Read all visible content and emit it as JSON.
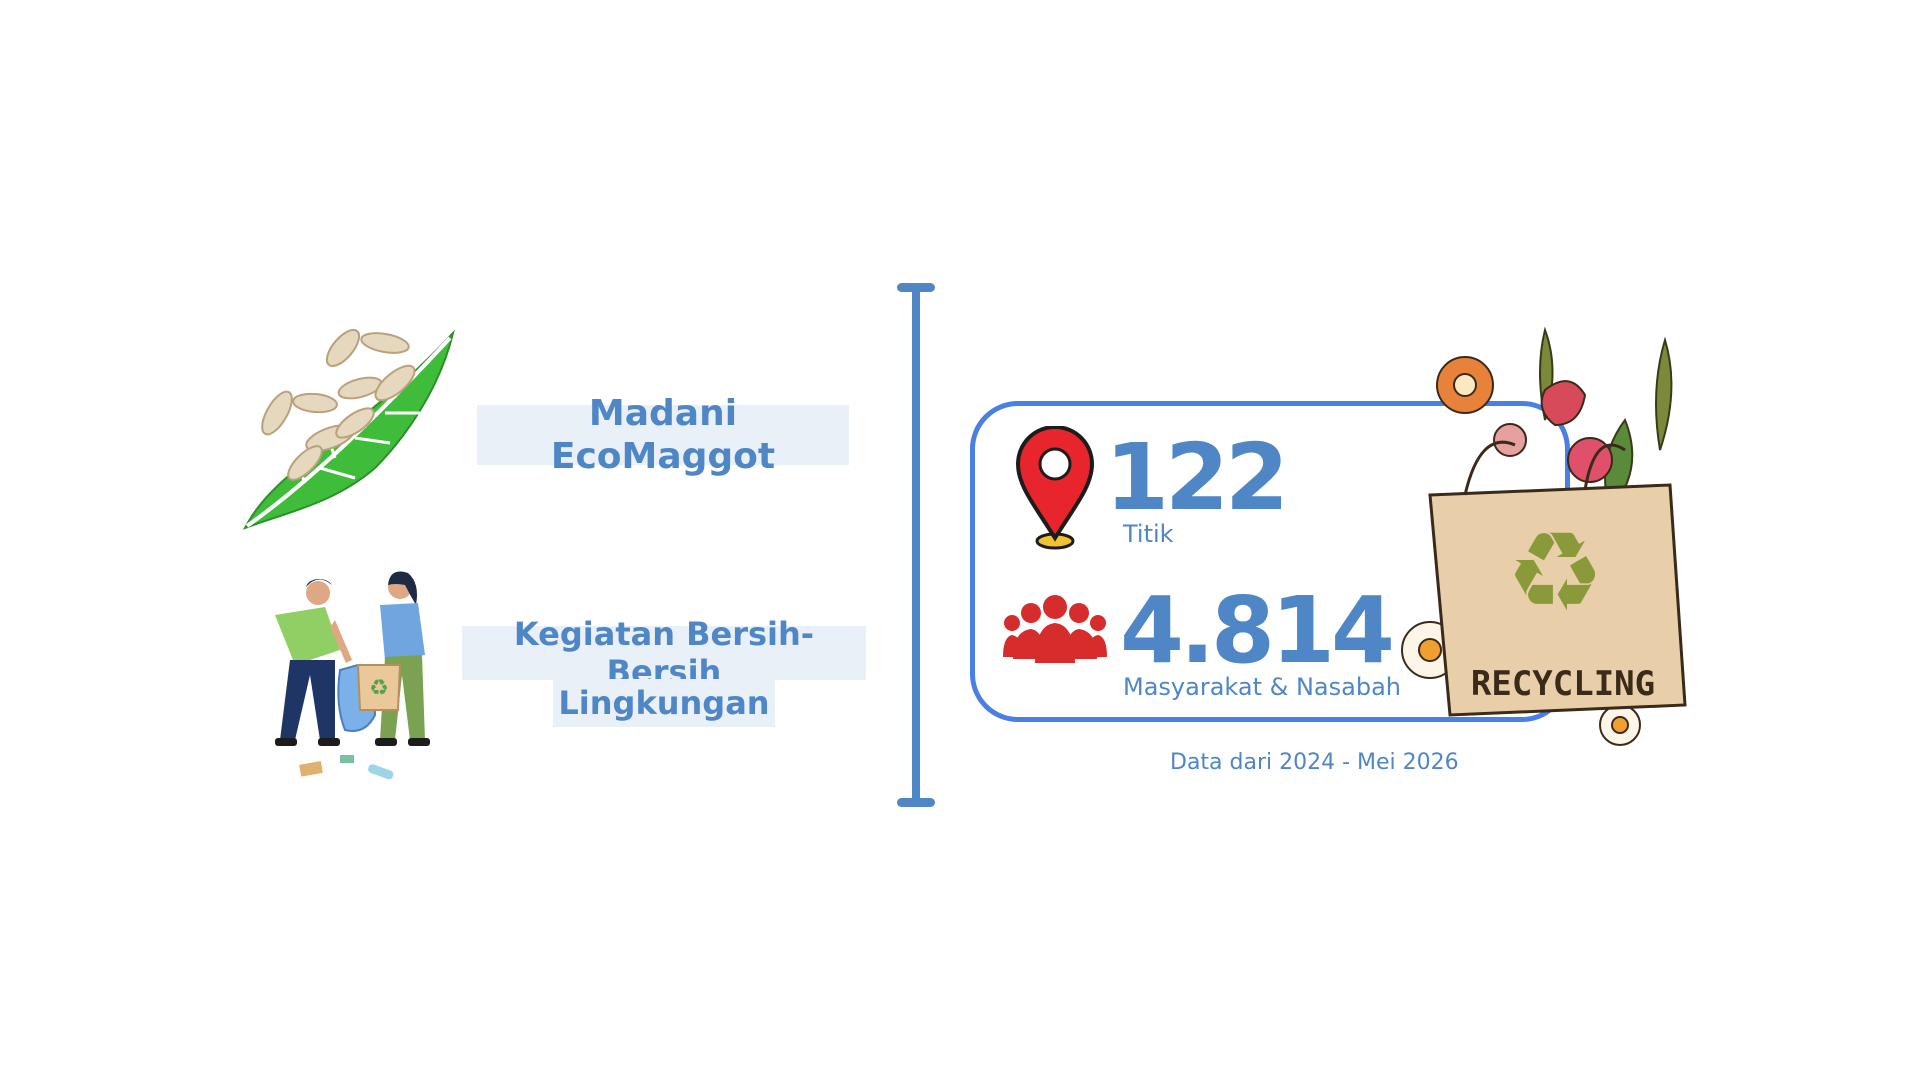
{
  "programs": [
    {
      "label": "Madani EcoMaggot",
      "icon": "maggot-leaf-icon"
    },
    {
      "label_line1": "Kegiatan Bersih-Bersih",
      "label_line2": "Lingkungan",
      "icon": "cleanup-people-icon"
    }
  ],
  "stats": {
    "locations": {
      "value": "122",
      "unit": "Titik",
      "icon": "location-pin-icon"
    },
    "people": {
      "value": "4.814",
      "unit": "Masyarakat & Nasabah",
      "icon": "group-people-icon"
    }
  },
  "footnote": "Data dari 2024 - Mei 2026",
  "illustration": {
    "bag_text": "RECYCLING"
  },
  "colors": {
    "accent": "#4f86c6",
    "card_border": "#4a7fe6",
    "label_bg": "#eaf0f8",
    "pin_red": "#e8242c",
    "people_red": "#d62c2c"
  }
}
